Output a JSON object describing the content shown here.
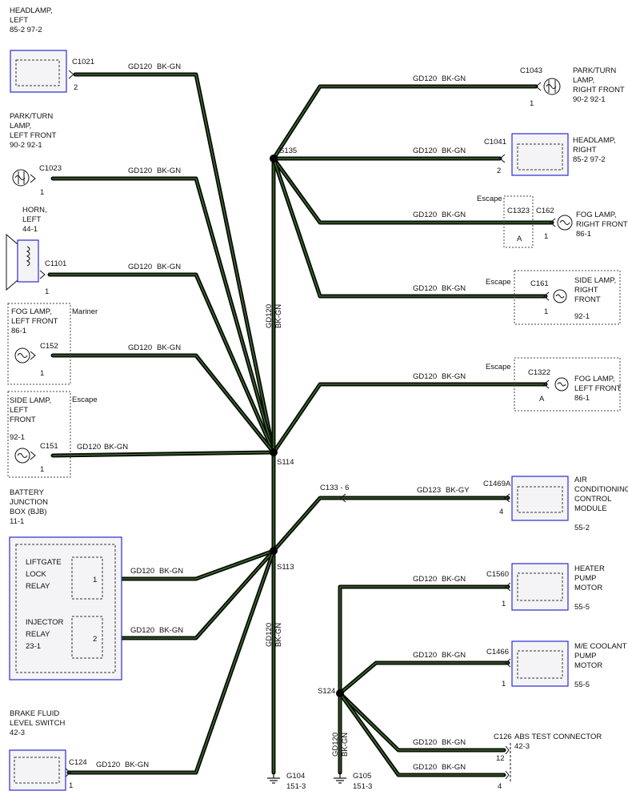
{
  "wire_code_a": "GD120",
  "wire_color_a": "BK-GN",
  "wire_code_b": "GD123",
  "wire_color_b": "BK-GY",
  "splices": {
    "s135": "S135",
    "s114": "S114",
    "s113": "S113",
    "s124": "S124"
  },
  "grounds": {
    "g104": {
      "name": "G104",
      "ref": "151-3"
    },
    "g105": {
      "name": "G105",
      "ref": "151-3"
    }
  },
  "components": {
    "headlamp_left": {
      "lines": [
        "HEADLAMP,",
        "LEFT",
        "85-2   97-2"
      ],
      "connector": "C1021",
      "pin": "2"
    },
    "park_turn_left": {
      "lines": [
        "PARK/TURN",
        "LAMP,",
        "LEFT FRONT",
        "90-2    92-1"
      ],
      "connector": "C1023",
      "pin": "1"
    },
    "horn_left": {
      "lines": [
        "HORN,",
        "LEFT",
        "44-1"
      ],
      "connector": "C1101",
      "pin": "1"
    },
    "fog_lamp_left": {
      "lines": [
        "FOG LAMP,",
        "LEFT FRONT",
        "86-1"
      ],
      "connector": "C152",
      "pin": "1",
      "option": "Mariner"
    },
    "side_lamp_left": {
      "lines": [
        "SIDE LAMP,",
        "LEFT",
        "FRONT",
        "92-1"
      ],
      "connector": "C151",
      "pin": "1",
      "option": "Escape"
    },
    "bjb": {
      "lines": [
        "BATTERY",
        "JUNCTION",
        "BOX (BJB)",
        "11-1"
      ]
    },
    "liftgate_relay": {
      "lines": [
        "LIFTGATE",
        "LOCK",
        "RELAY"
      ],
      "pin": "1"
    },
    "injector_relay": {
      "lines": [
        "INJECTOR",
        "RELAY",
        "23-1"
      ],
      "pin": "2"
    },
    "brake_fluid": {
      "lines": [
        "BRAKE FLUID",
        "LEVEL SWITCH",
        "42-3"
      ],
      "connector": "C124",
      "pin": "1"
    },
    "park_turn_right": {
      "lines": [
        "PARK/TURN",
        "LAMP,",
        "RIGHT FRONT",
        "90-2    92-1"
      ],
      "connector": "C1043",
      "pin": "1"
    },
    "headlamp_right": {
      "lines": [
        "HEADLAMP,",
        "RIGHT",
        "85-2   97-2"
      ],
      "connector": "C1041",
      "pin": "2"
    },
    "fog_lamp_right": {
      "lines": [
        "FOG LAMP,",
        "RIGHT FRONT",
        "86-1"
      ],
      "connector": "C162",
      "pin": "1",
      "option": "Escape",
      "inline_connector": "C1323",
      "inline_pin": "A"
    },
    "side_lamp_right": {
      "lines": [
        "SIDE LAMP,",
        "RIGHT",
        "FRONT",
        "92-1"
      ],
      "connector": "C161",
      "pin": "1",
      "option": "Escape"
    },
    "fog_lamp_left_escape": {
      "lines": [
        "FOG LAMP,",
        "LEFT FRONT",
        "86-1"
      ],
      "connector": "C1322",
      "pin": "A",
      "option": "Escape"
    },
    "ac_module": {
      "lines": [
        "AIR",
        "CONDITIONING",
        "CONTROL",
        "MODULE",
        "55-2"
      ],
      "connector": "C1469A",
      "pin": "4",
      "inline_connector": "C133  -  6"
    },
    "heater_pump": {
      "lines": [
        "HEATER",
        "PUMP",
        "MOTOR",
        "55-5"
      ],
      "connector": "C1560",
      "pin": "1"
    },
    "coolant_pump": {
      "lines": [
        "M/E COOLANT",
        "PUMP",
        "MOTOR",
        "55-5"
      ],
      "connector": "C1466",
      "pin": "1"
    },
    "abs_test": {
      "lines": [
        "ABS TEST CONNECTOR",
        "42-3"
      ],
      "connector": "C126",
      "pins": [
        "12",
        "4"
      ]
    }
  }
}
